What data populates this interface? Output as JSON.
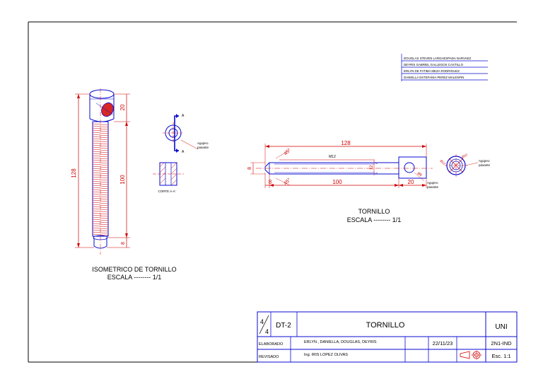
{
  "colors": {
    "outline": "#0a0ad0",
    "dimension": "#d00000",
    "text": "#000000",
    "hatch": "#d00000",
    "background": "#ffffff"
  },
  "authors": [
    "DOUGLAS STEVEN LARGAESPADA NARVAEZ",
    "DEYRIS GABRIEL GALLEGOS CASTILLO",
    "ERLYN DE FATIMA MEZA RODRIGUEZ",
    "DANIELLA ESTEFANIA PEREZ MALESPIN"
  ],
  "isometric": {
    "caption_title": "ISOMETRICO DE TORNILLO",
    "caption_scale": "ESCALA -------- 1/1",
    "dim_total": "128",
    "dim_head": "20",
    "dim_shank": "100",
    "dim_tip": "8"
  },
  "section": {
    "cut_label_top": "A",
    "cut_label_bottom": "A",
    "hole_note_line1": "Agujero",
    "hole_note_line2": "pasante",
    "caption": "CORTE A-A'"
  },
  "front_view": {
    "dim_total": "128",
    "dim_thread": "M12",
    "dim_chamfer_top": "45°",
    "dim_chamfer_bottom": "45°",
    "dim_dia": "8",
    "dim_head_height": "12",
    "dim_hole": "Ø6",
    "dim_tip": "8",
    "dim_shank": "100",
    "dim_head": "20",
    "hole_note_line1": "Agujero",
    "hole_note_line2": "pasante"
  },
  "end_view": {
    "dim_a": "Ø12",
    "dim_b": "Ø10",
    "hole_note_line1": "Agujero",
    "hole_note_line2": "pasante"
  },
  "main_caption": {
    "title": "TORNILLO",
    "scale": "ESCALA -------- 1/1"
  },
  "title_block": {
    "sheet_num": "4",
    "sheet_den": "4",
    "drawing_code": "DT-2",
    "title": "TORNILLO",
    "institution": "UNI",
    "elaborado_label": "ELABORADO",
    "elaborado_value": "ERLYN , DANIELLA, DOUGLAS, DEYRIS",
    "date": "22/11/23",
    "group": "2N1-IND",
    "revisado_label": "REVISADO",
    "revisado_value": "Ing. IRIS LOPEZ OLIVAS",
    "scale": "Esc. 1:1"
  }
}
